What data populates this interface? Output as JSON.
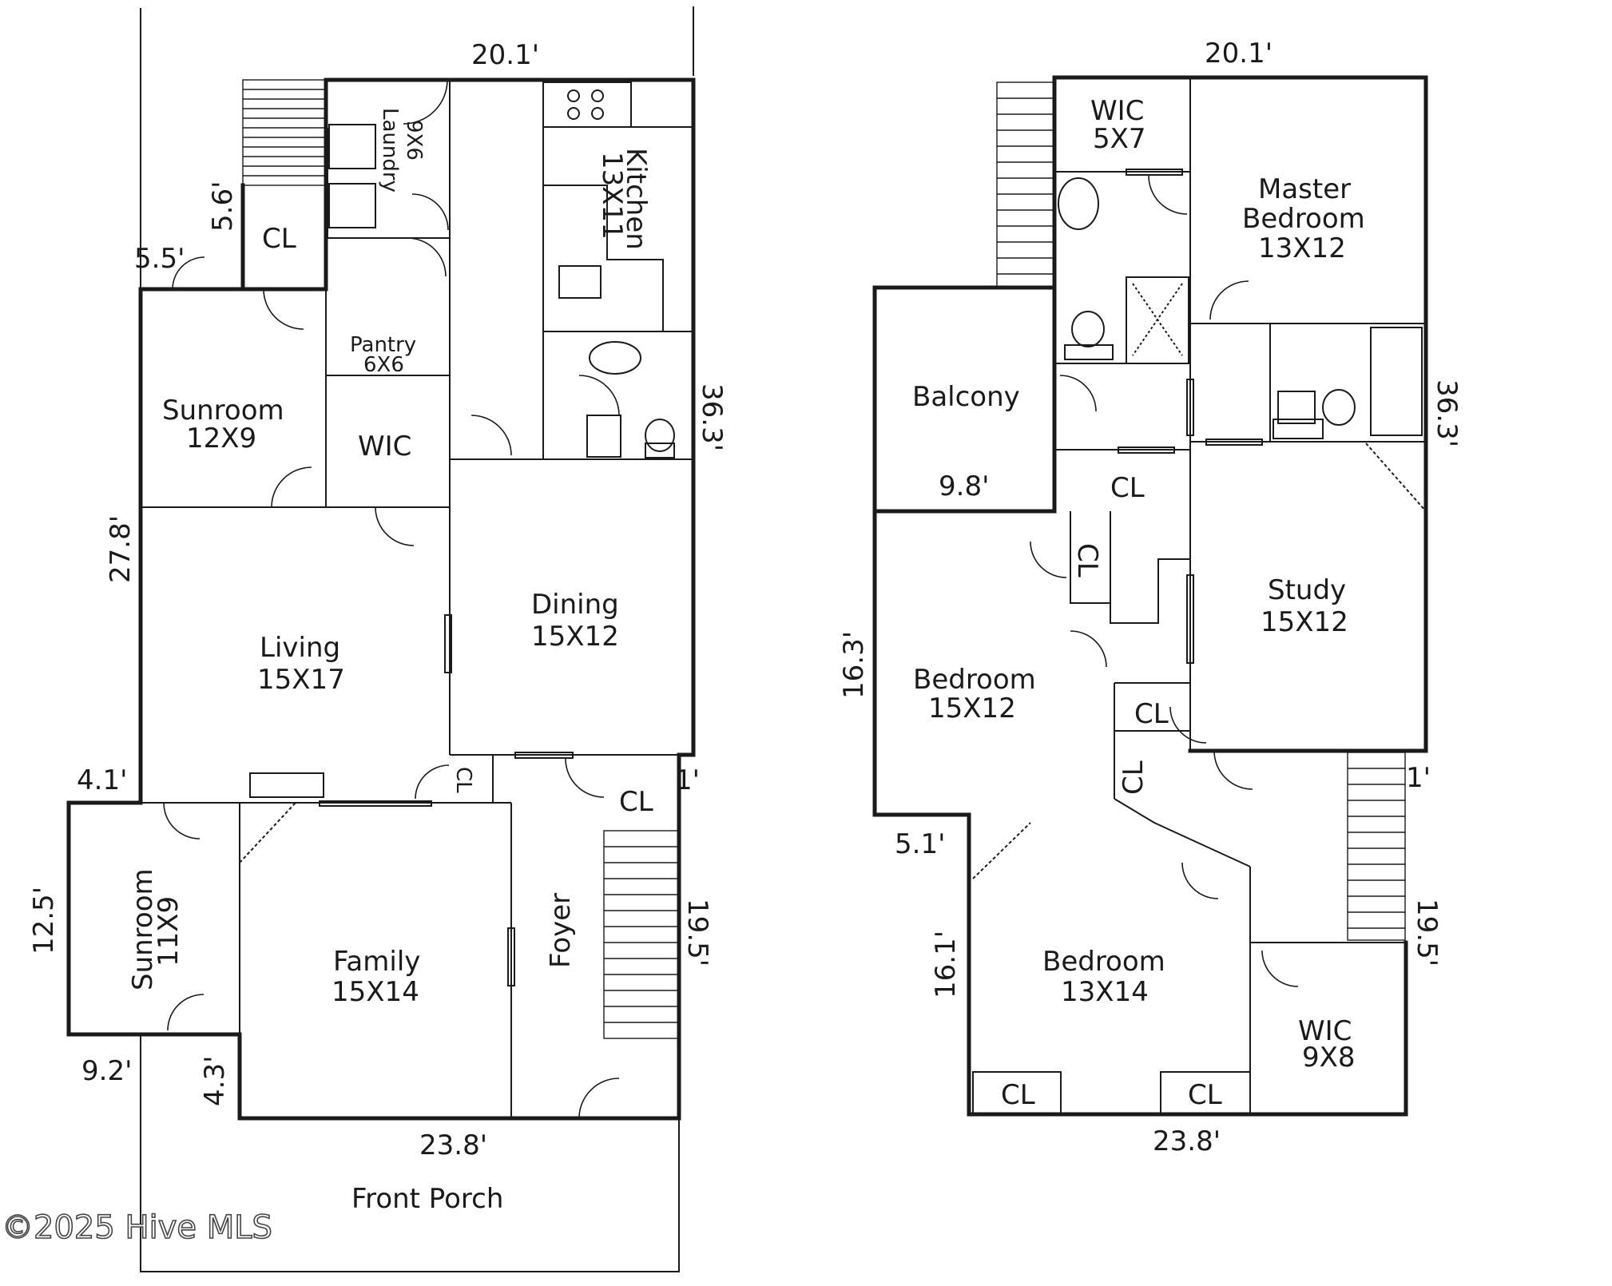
{
  "first_floor": {
    "rooms": {
      "laundry_name": "Laundry",
      "laundry_size": "9X6",
      "kitchen_name": "Kitchen",
      "kitchen_size": "13X11",
      "cl_upper": "CL",
      "pantry_name": "Pantry",
      "pantry_size": "6X6",
      "sunroom_top_name": "Sunroom",
      "sunroom_top_size": "12X9",
      "wic": "WIC",
      "living_name": "Living",
      "living_size": "15X17",
      "dining_name": "Dining",
      "dining_size": "15X12",
      "cl_small": "CL",
      "cl_foyer": "CL",
      "sunroom_bottom_name": "Sunroom",
      "sunroom_bottom_size": "11X9",
      "family_name": "Family",
      "family_size": "15X14",
      "foyer_name": "Foyer",
      "front_porch": "Front Porch"
    },
    "dimensions": {
      "top_width": "20.1'",
      "right_height": "36.3'",
      "left_upper": "27.8'",
      "stair_5_6": "5.6'",
      "left_5_5": "5.5'",
      "left_4_1": "4.1'",
      "right_1": "1'",
      "left_12_5": "12.5'",
      "left_9_2": "9.2'",
      "left_4_3": "4.3'",
      "right_19_5": "19.5'",
      "bottom_width": "23.8'"
    }
  },
  "second_floor": {
    "rooms": {
      "wic_top_name": "WIC",
      "wic_top_size": "5X7",
      "master_name": "Master",
      "master_name2": "Bedroom",
      "master_size": "13X12",
      "balcony": "Balcony",
      "cl_mid": "CL",
      "cl_vertical": "CL",
      "study_name": "Study",
      "study_size": "15X12",
      "bedroom1_name": "Bedroom",
      "bedroom1_size": "15X12",
      "cl_center": "CL",
      "cl_center_vertical": "CL",
      "bedroom2_name": "Bedroom",
      "bedroom2_size": "13X14",
      "wic_bottom_name": "WIC",
      "wic_bottom_size": "9X8",
      "cl_bottom_left": "CL",
      "cl_bottom_right": "CL"
    },
    "dimensions": {
      "top_width": "20.1'",
      "right_height": "36.3'",
      "balcony_width": "9.8'",
      "left_16_3": "16.3'",
      "right_1": "1'",
      "left_5_1": "5.1'",
      "left_16_1": "16.1'",
      "right_19_5": "19.5'",
      "bottom_width": "23.8'"
    }
  },
  "watermark": "©2025 Hive MLS"
}
